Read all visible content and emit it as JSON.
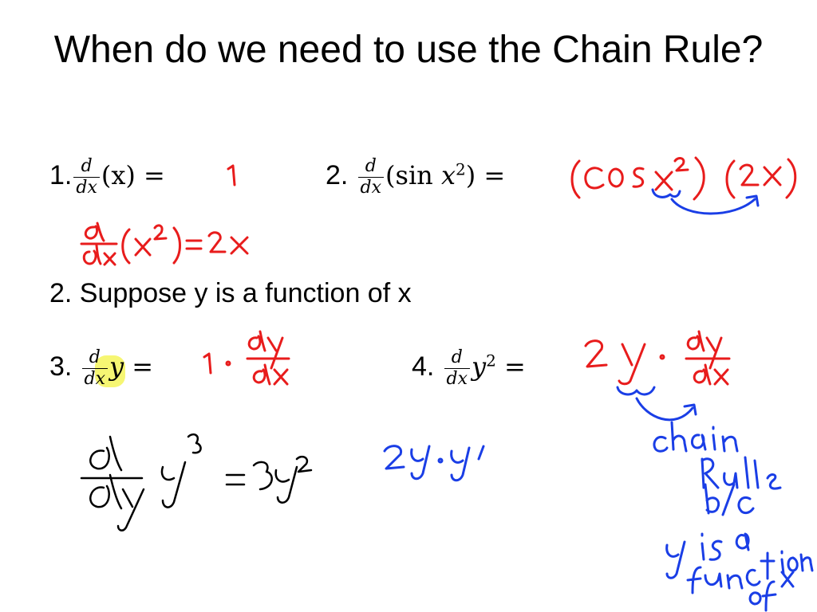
{
  "slide": {
    "title": "When do we need to use the Chain Rule?",
    "problem1": {
      "num": "1.",
      "d": "d",
      "dx": "dx",
      "arg": "(x) ="
    },
    "problem2": {
      "num": "2.",
      "d": "d",
      "dx": "dx",
      "arg_open": "(sin ",
      "x": "x",
      "exp": "2",
      "close": ") ="
    },
    "line2": "2. Suppose y is a function of x",
    "problem3": {
      "num": "3.",
      "d": "d",
      "dx": "dx",
      "y": "y",
      "eq": " ="
    },
    "problem4": {
      "num": "4.",
      "d": "d",
      "dx": "dx",
      "y": "y",
      "exp": "2",
      "eq": " ="
    }
  },
  "handwriting": {
    "ans1": "1",
    "ans1_extra": "d/dx(x²) = 2x",
    "ans2": "(cos x²)(2x)",
    "ans3": "1 · dy/dx",
    "ans4": "2y · dy/dx",
    "black_work": "d/dy y³ = 3y²",
    "blue_work": "2y·y'",
    "note": "chain Rule b/c y is a function of x"
  },
  "colors": {
    "red_ink": "#e81c1c",
    "blue_ink": "#1a3ee6",
    "highlight": "#f5f55a"
  }
}
